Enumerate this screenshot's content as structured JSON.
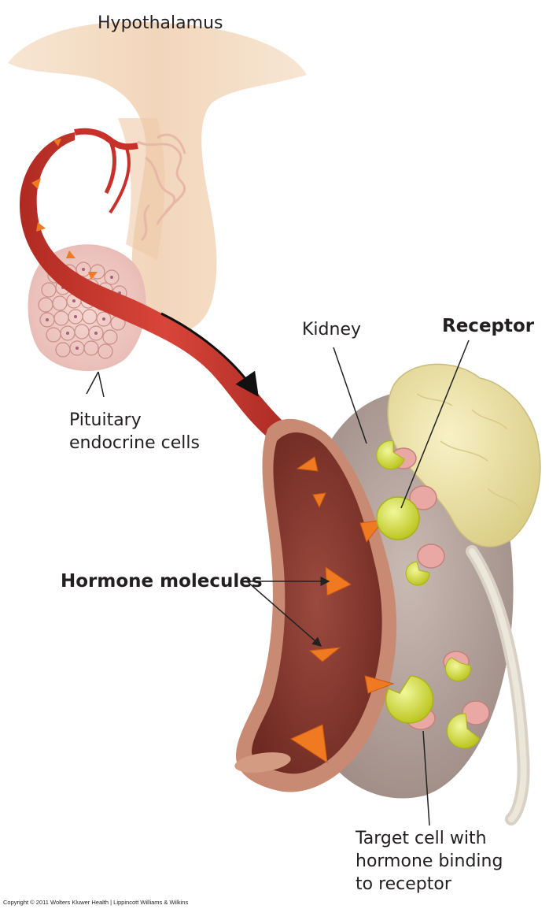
{
  "labels": {
    "hypothalamus": "Hypothalamus",
    "kidney": "Kidney",
    "receptor": "Receptor",
    "pituitary_line1": "Pituitary",
    "pituitary_line2": "endocrine cells",
    "hormone_molecules": "Hormone molecules",
    "target_line1": "Target cell with",
    "target_line2": "hormone binding",
    "target_line3": "to receptor"
  },
  "copyright": "Copyright © 2011 Wolters Kluwer Health | Lippincott Williams & Wilkins",
  "colors": {
    "tissue": "#f4dcc4",
    "vessel": "#c8302a",
    "vessel_inner": "#8c3a30",
    "hormone": "#f07a22",
    "receptor": "#d6e03a",
    "kidney": "#b3a39c",
    "adrenal": "#efe5a8",
    "target_cell": "#eaa8a4"
  }
}
